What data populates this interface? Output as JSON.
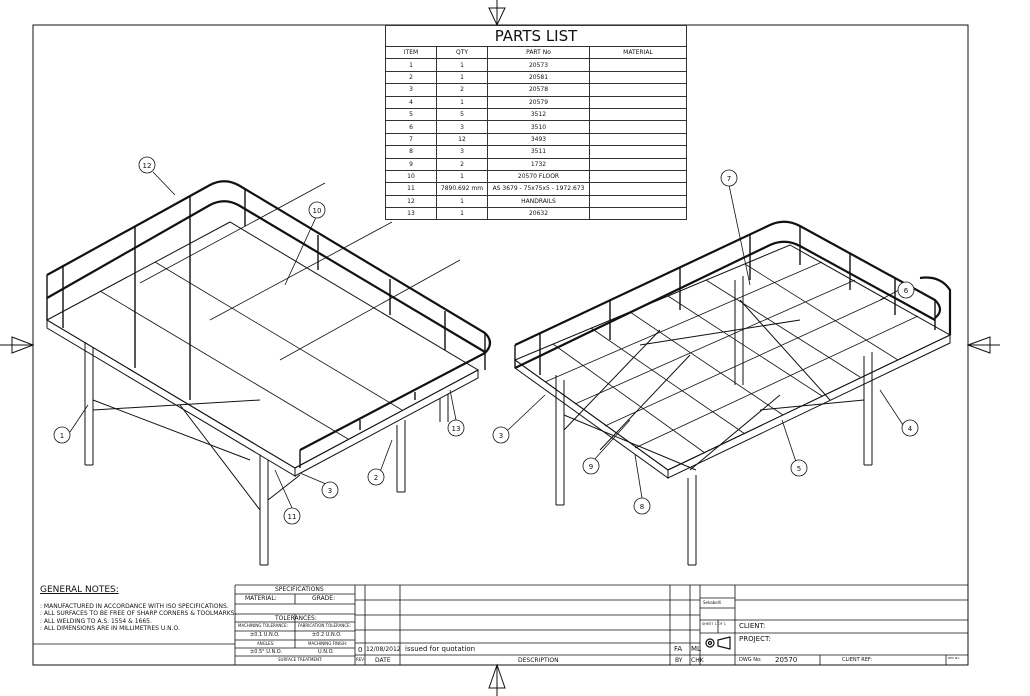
{
  "parts_list": {
    "title": "PARTS LIST",
    "headers": [
      "ITEM",
      "QTY",
      "PART No",
      "MATERIAL"
    ],
    "rows": [
      [
        "1",
        "1",
        "20573",
        ""
      ],
      [
        "2",
        "1",
        "20581",
        ""
      ],
      [
        "3",
        "2",
        "20578",
        ""
      ],
      [
        "4",
        "1",
        "20579",
        ""
      ],
      [
        "5",
        "5",
        "3512",
        ""
      ],
      [
        "6",
        "3",
        "3510",
        ""
      ],
      [
        "7",
        "12",
        "3493",
        ""
      ],
      [
        "8",
        "3",
        "3511",
        ""
      ],
      [
        "9",
        "2",
        "1732",
        ""
      ],
      [
        "10",
        "1",
        "20570 FLOOR",
        ""
      ],
      [
        "11",
        "7890.692 mm",
        "AS 3679 - 75x75x5 - 1972.673",
        ""
      ],
      [
        "12",
        "1",
        "HANDRAILS",
        ""
      ],
      [
        "13",
        "1",
        "20632",
        ""
      ]
    ]
  },
  "balloons_left": [
    "12",
    "10",
    "1",
    "13",
    "2",
    "3",
    "11"
  ],
  "balloons_right": [
    "7",
    "6",
    "3",
    "4",
    "5",
    "9",
    "8"
  ],
  "general_notes": {
    "title": "GENERAL NOTES:",
    "items": [
      ": MANUFACTURED IN ACCORDANCE WITH ISO SPECIFICATIONS.",
      ": ALL SURFACES TO BE FREE OF SHARP CORNERS & TOOLMARKS.",
      ": ALL WELDING TO A.S. 1554 & 1665.",
      ": ALL DIMENSIONS ARE IN MILLIMETRES U.N.O."
    ]
  },
  "specifications": {
    "title": "SPECIFICATIONS",
    "material": "MATERIAL:",
    "grade": "GRADE:",
    "tolerances": "TOLERANCES:",
    "machining_tol": "MACHINING TOLERANCE:",
    "fabrication_tol": "FABRICATION TOLERANCE:",
    "machining_val": "±0.1 U.N.O.",
    "fabrication_val": "±0.2 U.N.O.",
    "angular": "ANGLES:",
    "machining_finish": "MACHINING FINISH:",
    "angular_val": "±0.5° U.N.O.",
    "finish_val": "U.N.O.",
    "surface": "SURFACE TREATMENT:"
  },
  "revisions": {
    "rows": [
      [
        "0",
        "12/08/2012",
        "issued for quotation",
        "FA",
        "ML"
      ]
    ],
    "headers": [
      "REV",
      "DATE",
      "DESCRIPTION",
      "BY",
      "CHK"
    ]
  },
  "title_block": {
    "drawn_by": "Sekabelli",
    "sheet": "SHEET 1 OF 1",
    "client": "CLIENT:",
    "project": "PROJECT:",
    "dwg_no_label": "DWG No:",
    "dwg_no": "20570",
    "client_ref": "CLIENT REF:",
    "rev_no": "REV No:"
  }
}
